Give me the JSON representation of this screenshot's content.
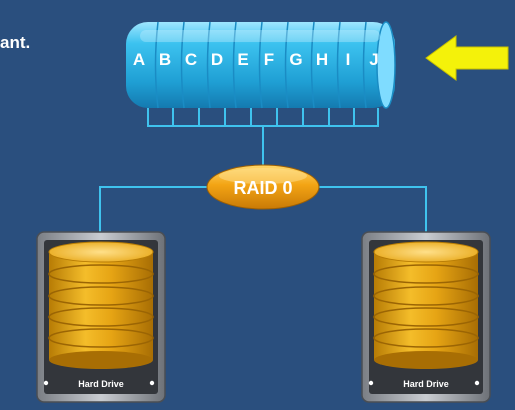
{
  "fragment_text": "ant.",
  "data_blocks": [
    "A",
    "B",
    "C",
    "D",
    "E",
    "F",
    "G",
    "H",
    "I",
    "J"
  ],
  "raid_label": "RAID 0",
  "drives": [
    {
      "label": "Hard Drive"
    },
    {
      "label": "Hard Drive"
    }
  ],
  "colors": {
    "background": "#2a4f7e",
    "data_cylinder": "#2fb6e6",
    "connector_lines": "#3fc3ee",
    "raid_oval": "#f0a010",
    "drive_platters": "#e8a818",
    "arrow": "#f4f20a"
  },
  "icons": {
    "pointer": "right-to-left-arrow-icon"
  }
}
